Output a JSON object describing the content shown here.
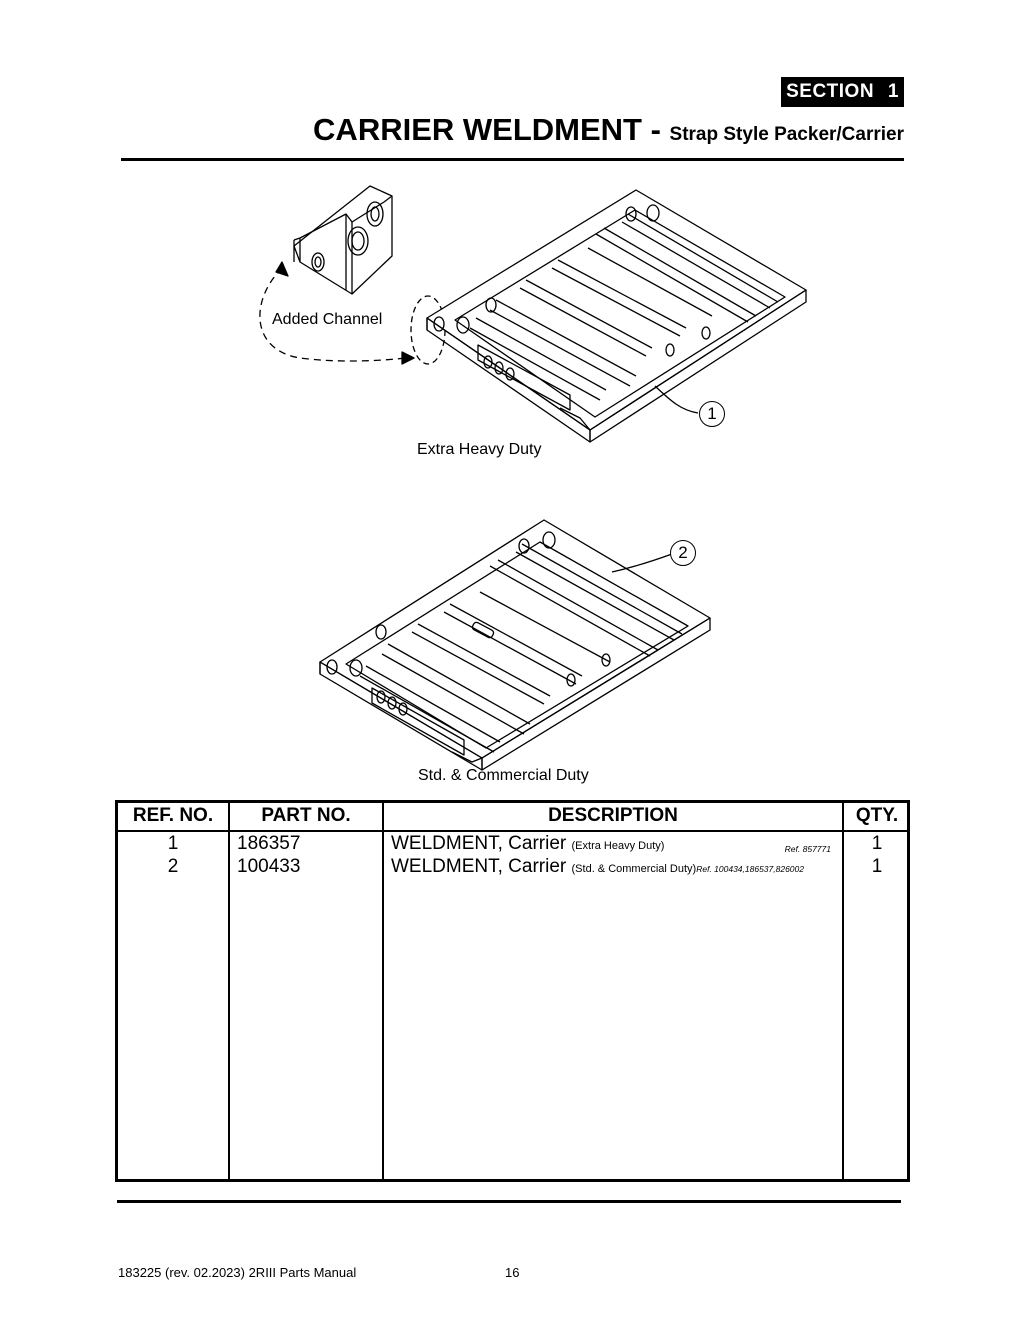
{
  "header": {
    "section_label": "SECTION   1",
    "title_main": "CARRIER WELDMENT - ",
    "title_sub": "Strap Style Packer/Carrier"
  },
  "figures": {
    "callout_label": "Added Channel",
    "caption_1": "Extra Heavy Duty",
    "caption_2": "Std. & Commercial Duty",
    "balloon_1": "1",
    "balloon_2": "2"
  },
  "table": {
    "headers": {
      "ref": "REF. NO.",
      "part": "PART NO.",
      "description": "DESCRIPTION",
      "qty": "QTY."
    },
    "rows": [
      {
        "ref": "1",
        "part": "186357",
        "desc_main": "WELDMENT, Carrier ",
        "desc_note": "(Extra Heavy Duty)",
        "desc_ref": "Ref. 857771",
        "qty": "1"
      },
      {
        "ref": "2",
        "part": "100433",
        "desc_main": "WELDMENT, Carrier ",
        "desc_note": "(Std. & Commercial Duty)",
        "desc_ref": "Ref. 100434,186537,826002",
        "qty": "1"
      }
    ]
  },
  "footer": {
    "doc_info": "183225  (rev. 02.2023) 2RIII Parts Manual",
    "page_number": "16"
  }
}
